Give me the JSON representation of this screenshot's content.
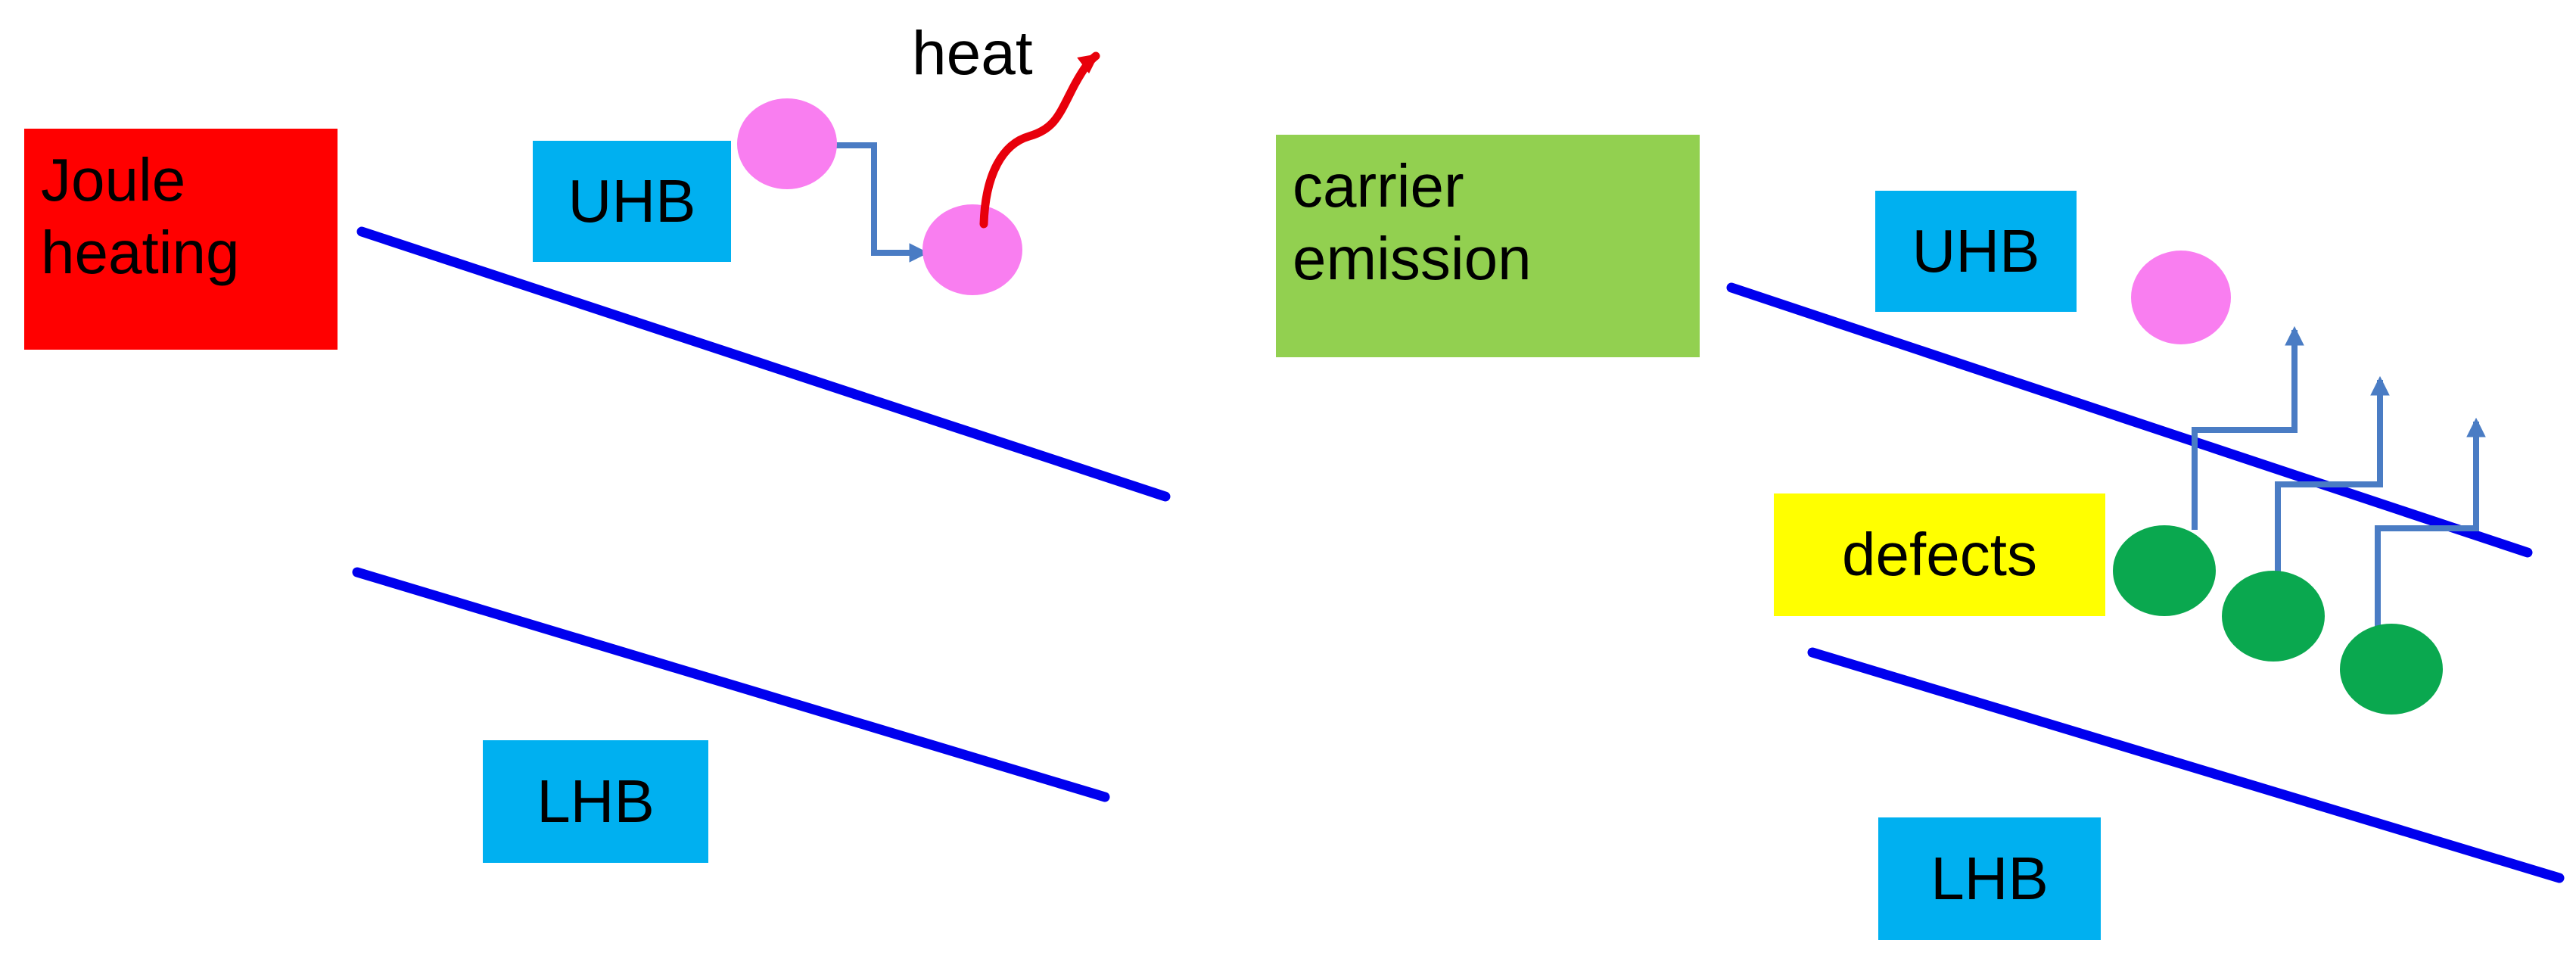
{
  "colors": {
    "band_line": "#0000ee",
    "hopping_path": "#4a7cc4",
    "electron": "#f97ef0",
    "defect": "#0aa84f",
    "heat_arrow": "#e8000b",
    "joule_box": "#ff0000",
    "emission_box": "#92d050",
    "band_box": "#00b0f0",
    "defect_box": "#ffff00"
  },
  "left_panel": {
    "mechanism": {
      "line1": "Joule",
      "line2": "heating"
    },
    "upper_band": "UHB",
    "lower_band": "LHB",
    "heat_label": "heat"
  },
  "right_panel": {
    "mechanism": {
      "line1": "carrier",
      "line2": "emission"
    },
    "upper_band": "UHB",
    "lower_band": "LHB",
    "defects_label": "defects"
  }
}
